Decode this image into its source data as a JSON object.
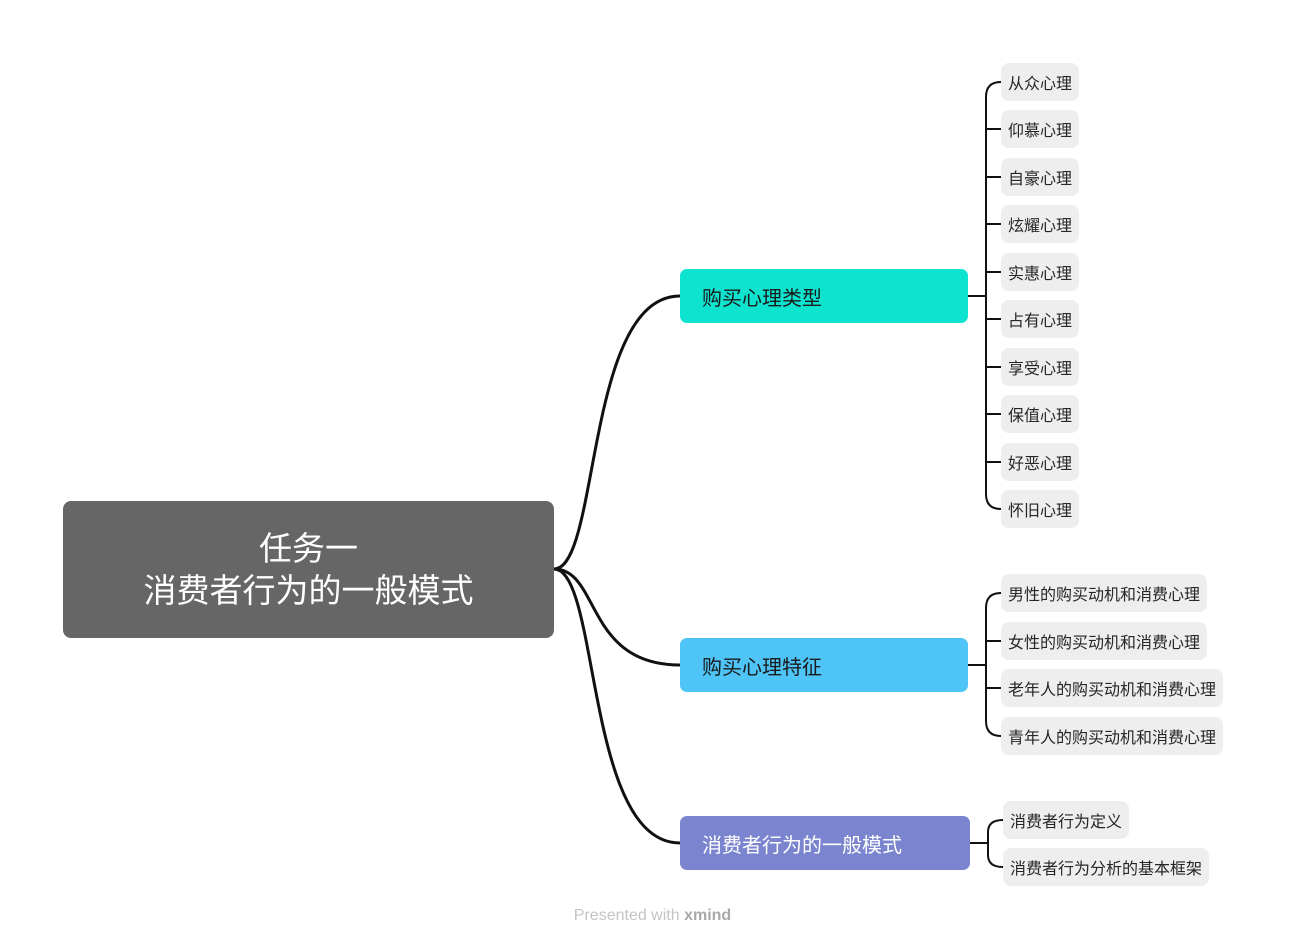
{
  "central_topic": {
    "line1": "任务一",
    "line2": "消费者行为的一般模式"
  },
  "branches": [
    {
      "label": "购买心理类型",
      "color": "#0de3cf",
      "children": [
        "从众心理",
        "仰慕心理",
        "自豪心理",
        "炫耀心理",
        "实惠心理",
        "占有心理",
        "享受心理",
        "保值心理",
        "好恶心理",
        "怀旧心理"
      ]
    },
    {
      "label": "购买心理特征",
      "color": "#4fc4f6",
      "children": [
        "男性的购买动机和消费心理",
        "女性的购买动机和消费心理",
        "老年人的购买动机和消费心理",
        "青年人的购买动机和消费心理"
      ]
    },
    {
      "label": "消费者行为的一般模式",
      "color": "#7b84cf",
      "children": [
        "消费者行为定义",
        "消费者行为分析的基本框架"
      ]
    }
  ],
  "footer": {
    "prefix": "Presented with ",
    "brand": "xmind"
  }
}
